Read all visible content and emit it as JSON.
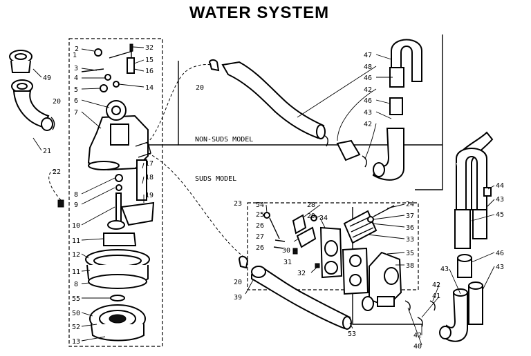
{
  "title": "WATER SYSTEM",
  "non_suds_label": "NON-SUDS MODEL",
  "suds_label": "SUDS MODEL",
  "callouts": [
    "1",
    "2",
    "3",
    "4",
    "5",
    "6",
    "7",
    "8",
    "9",
    "10",
    "11",
    "12",
    "11",
    "8",
    "55",
    "50",
    "52",
    "13",
    "49",
    "20",
    "21",
    "22",
    "32",
    "15",
    "16",
    "14",
    "17",
    "18",
    "19",
    "20",
    "47",
    "48",
    "46",
    "42",
    "46",
    "43",
    "42",
    "54",
    "23",
    "25",
    "26",
    "27",
    "26",
    "28",
    "29",
    "30",
    "31",
    "32",
    "34",
    "24",
    "37",
    "36",
    "33",
    "35",
    "38",
    "20",
    "39",
    "53",
    "44",
    "43",
    "45",
    "46",
    "43",
    "43",
    "42",
    "41",
    "42",
    "40"
  ]
}
